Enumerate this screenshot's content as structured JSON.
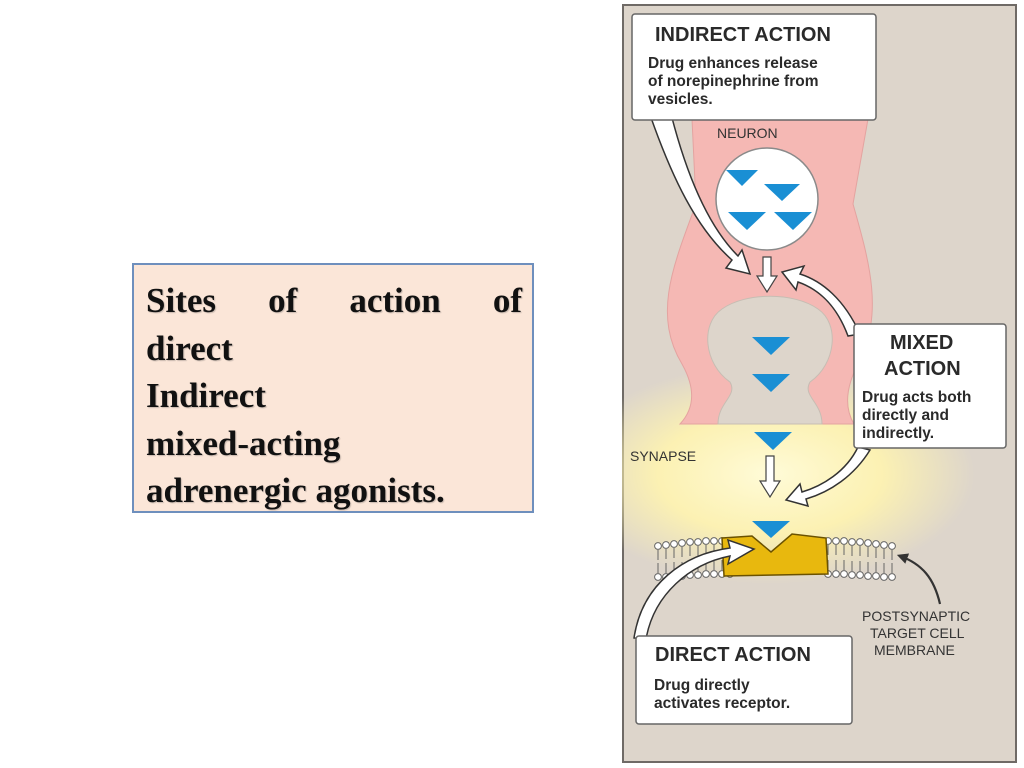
{
  "slide_text": {
    "words": [
      "Sites",
      "of",
      "action",
      "of"
    ],
    "line2": "direct",
    "line3": "Indirect",
    "line4": "mixed-acting",
    "line5": "adrenergic agonists."
  },
  "diagram": {
    "indirect": {
      "title": "INDIRECT ACTION",
      "line1": "Drug enhances release",
      "line2": "of norepinephrine from",
      "line3": "vesicles."
    },
    "neuron_label": "NEURON",
    "mixed": {
      "title1": "MIXED",
      "title2": "ACTION",
      "line1": "Drug acts both",
      "line2": "directly and",
      "line3": "indirectly."
    },
    "synapse_label": "SYNAPSE",
    "membrane_label": {
      "line1": "POSTSYNAPTIC",
      "line2": "TARGET CELL",
      "line3": "MEMBRANE"
    },
    "direct": {
      "title": "DIRECT ACTION",
      "line1": "Drug directly",
      "line2": "activates receptor."
    }
  },
  "colors": {
    "panel_bg": "#ddd5cb",
    "neuron_pink": "#f5b8b4",
    "vesicle_blue": "#1a8fd4",
    "receptor_gold": "#e8b80e",
    "glow_yellow": "#fff6b8"
  }
}
